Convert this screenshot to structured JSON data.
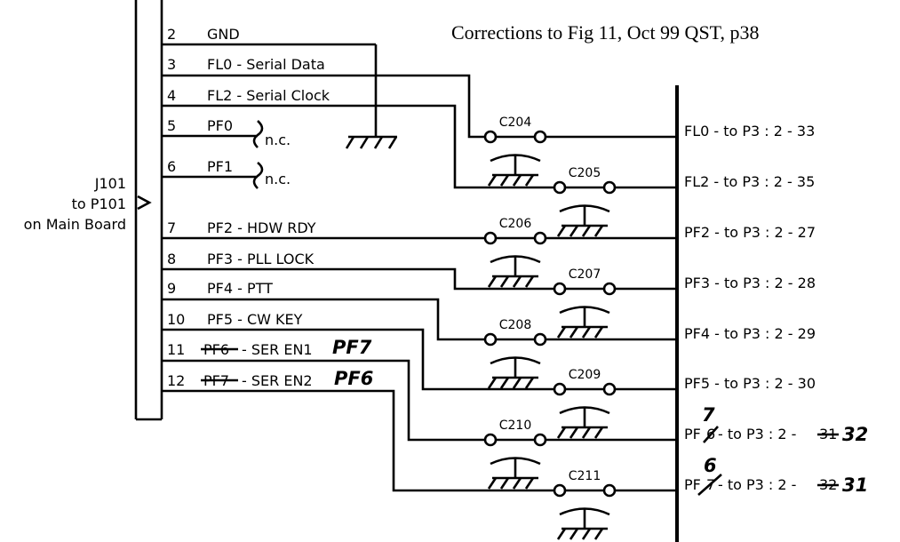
{
  "title": "Corrections to Fig 11, Oct 99 QST, p38",
  "connector": {
    "line1": "J101",
    "line2": "to P101",
    "line3": "on Main Board"
  },
  "pins": [
    {
      "num": "2",
      "label": "GND",
      "strike": "",
      "rest": "",
      "hand": ""
    },
    {
      "num": "3",
      "label": "FL0 - Serial Data",
      "strike": "",
      "rest": "",
      "hand": ""
    },
    {
      "num": "4",
      "label": "FL2 - Serial Clock",
      "strike": "",
      "rest": "",
      "hand": ""
    },
    {
      "num": "5",
      "label": "PF0",
      "strike": "",
      "rest": "",
      "hand": ""
    },
    {
      "num": "6",
      "label": "PF1",
      "strike": "",
      "rest": "",
      "hand": ""
    },
    {
      "num": "7",
      "label": "PF2 - HDW RDY",
      "strike": "",
      "rest": "",
      "hand": ""
    },
    {
      "num": "8",
      "label": "PF3 - PLL LOCK",
      "strike": "",
      "rest": "",
      "hand": ""
    },
    {
      "num": "9",
      "label": "PF4 - PTT",
      "strike": "",
      "rest": "",
      "hand": ""
    },
    {
      "num": "10",
      "label": "PF5 - CW KEY",
      "strike": "",
      "rest": "",
      "hand": ""
    },
    {
      "num": "11",
      "label": "",
      "strike": "PF6",
      "rest": "- SER EN1",
      "hand": "PF7"
    },
    {
      "num": "12",
      "label": "",
      "strike": "PF7",
      "rest": "- SER EN2",
      "hand": "PF6"
    }
  ],
  "nc": [
    "n.c.",
    "n.c."
  ],
  "capacitors": [
    "C204",
    "C205",
    "C206",
    "C207",
    "C208",
    "C209",
    "C210",
    "C211"
  ],
  "outputs": [
    {
      "pre": "FL0 - to P3 : 2 - 33",
      "hand": ""
    },
    {
      "pre": "FL2 - to P3 : 2 - 35",
      "hand": ""
    },
    {
      "pre": "PF2 - to P3 : 2 - 27",
      "hand": ""
    },
    {
      "pre": "PF3 - to P3 : 2 - 28",
      "hand": ""
    },
    {
      "pre": "PF4 - to P3 : 2 - 29",
      "hand": ""
    },
    {
      "pre": "PF5 - to P3 : 2 - 30",
      "hand": ""
    },
    {
      "pre": "PF",
      "struck_digit": "6",
      "mid": " - to P3 : 2 - ",
      "struck_pin": "31",
      "hand_digit": "7",
      "hand": "32"
    },
    {
      "pre": "PF",
      "struck_digit": "7",
      "mid": " - to P3 : 2 - ",
      "struck_pin": "32",
      "hand_digit": "6",
      "hand": "31"
    }
  ]
}
